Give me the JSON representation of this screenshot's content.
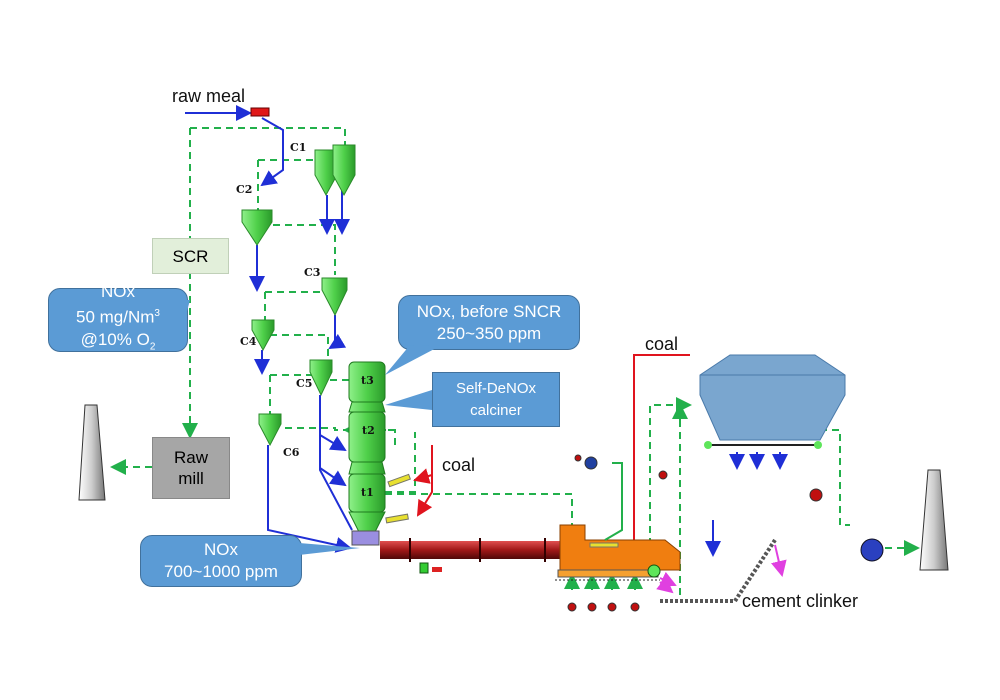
{
  "labels": {
    "raw_meal": "raw meal",
    "coal_calciner": "coal",
    "coal_cooler": "coal",
    "cement_clinker": "cement clinker"
  },
  "cyclones": [
    "C1",
    "C2",
    "C3",
    "C4",
    "C5",
    "C6"
  ],
  "calciner_tiers": [
    "t3",
    "t2",
    "t1"
  ],
  "boxes": {
    "scr": "SCR",
    "raw_mill_line1": "Raw",
    "raw_mill_line2": "mill"
  },
  "callouts": {
    "stack_nox": {
      "line1": "NOx",
      "line2": "50 mg/Nm",
      "line2_sup": "3",
      "line3": "@10% O",
      "line3_sub": "2"
    },
    "before_sncr": {
      "line1": "NOx, before SNCR",
      "line2": "250~350 ppm"
    },
    "calciner": {
      "line1": "Self-DeNOx",
      "line2": "calciner"
    },
    "kiln_inlet": {
      "line1": "NOx",
      "line2": "700~1000 ppm"
    }
  },
  "colors": {
    "gas_flow": "#22b04b",
    "material_flow": "#1f2fd6",
    "coal_flow": "#e0141e",
    "callout": "#5b9bd5",
    "equipment": "#5fd65a",
    "kiln": "#b02a2a",
    "cooler": "#f07e10",
    "hopper": "#7aa6cf",
    "clinker_arrow": "#e040e0"
  }
}
